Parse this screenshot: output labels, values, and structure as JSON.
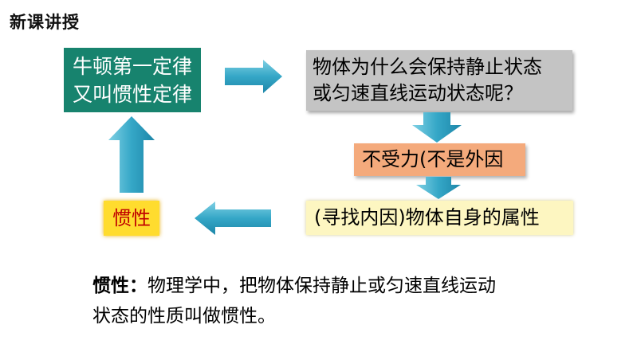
{
  "header": {
    "title": "新课讲授"
  },
  "diagram": {
    "teal_box": {
      "line1": "牛顿第一定律",
      "line2": "又叫惯性定律"
    },
    "question_box": {
      "line1": "物体为什么会保持静止状态",
      "line2": "或匀速直线运动状态呢？"
    },
    "no_force_box": {
      "text": "不受力(不是外因"
    },
    "inner_cause_box": {
      "text": "(寻找内因)物体自身的属性"
    },
    "inertia_box": {
      "text": "惯性"
    }
  },
  "definition": {
    "term": "惯性：",
    "line1_rest": "物理学中，把物体保持静止或匀速直线运动",
    "line2": "状态的性质叫做惯性。"
  },
  "colors": {
    "teal": "#17836e",
    "grey": "#c4c4c4",
    "orange": "#f4aa7c",
    "yellow_light": "#fdf6c1",
    "yellow": "#ffdc2e",
    "red_text": "#c00000",
    "arrow": "#3aa8c8"
  }
}
